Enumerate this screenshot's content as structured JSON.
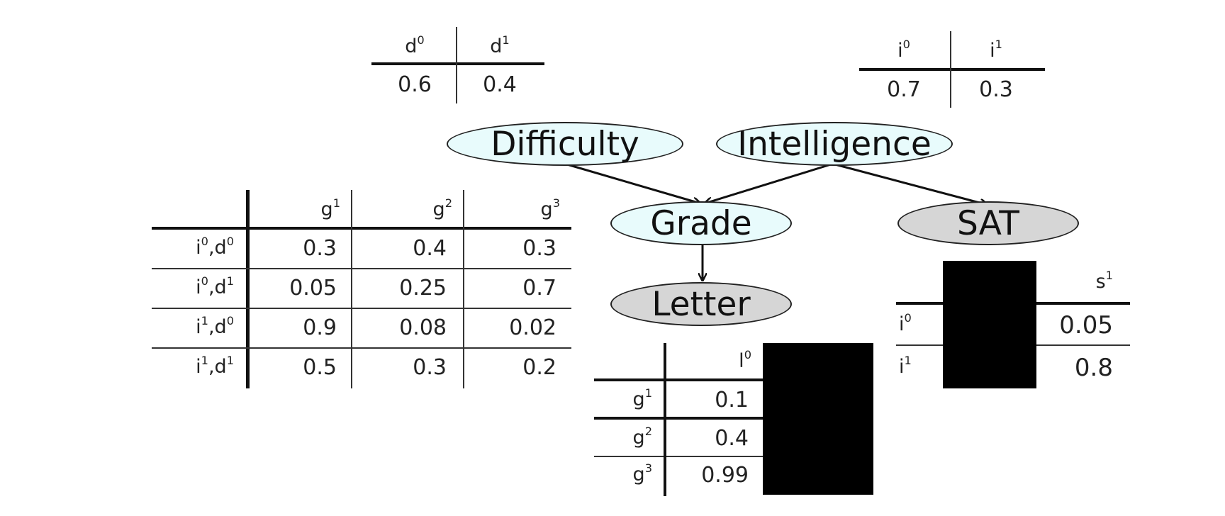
{
  "nodes": {
    "difficulty": "Difficulty",
    "intelligence": "Intelligence",
    "grade": "Grade",
    "sat": "SAT",
    "letter": "Letter"
  },
  "cpd_difficulty": {
    "headers": [
      {
        "base": "d",
        "sup": "0"
      },
      {
        "base": "d",
        "sup": "1"
      }
    ],
    "values": [
      "0.6",
      "0.4"
    ]
  },
  "cpd_intelligence": {
    "headers": [
      {
        "base": "i",
        "sup": "0"
      },
      {
        "base": "i",
        "sup": "1"
      }
    ],
    "values": [
      "0.7",
      "0.3"
    ]
  },
  "cpd_grade": {
    "headers": [
      {
        "base": "g",
        "sup": "1"
      },
      {
        "base": "g",
        "sup": "2"
      },
      {
        "base": "g",
        "sup": "3"
      }
    ],
    "rows": [
      {
        "a": {
          "base": "i",
          "sup": "0"
        },
        "b": {
          "base": "d",
          "sup": "0"
        },
        "values": [
          "0.3",
          "0.4",
          "0.3"
        ]
      },
      {
        "a": {
          "base": "i",
          "sup": "0"
        },
        "b": {
          "base": "d",
          "sup": "1"
        },
        "values": [
          "0.05",
          "0.25",
          "0.7"
        ]
      },
      {
        "a": {
          "base": "i",
          "sup": "1"
        },
        "b": {
          "base": "d",
          "sup": "0"
        },
        "values": [
          "0.9",
          "0.08",
          "0.02"
        ]
      },
      {
        "a": {
          "base": "i",
          "sup": "1"
        },
        "b": {
          "base": "d",
          "sup": "1"
        },
        "values": [
          "0.5",
          "0.3",
          "0.2"
        ]
      }
    ]
  },
  "cpd_letter": {
    "header": {
      "base": "l",
      "sup": "0"
    },
    "rows": [
      {
        "label": {
          "base": "g",
          "sup": "1"
        },
        "value": "0.1"
      },
      {
        "label": {
          "base": "g",
          "sup": "2"
        },
        "value": "0.4"
      },
      {
        "label": {
          "base": "g",
          "sup": "3"
        },
        "value": "0.99"
      }
    ]
  },
  "cpd_sat": {
    "header": {
      "base": "s",
      "sup": "1"
    },
    "rows": [
      {
        "label": {
          "base": "i",
          "sup": "0"
        },
        "value": "0.05"
      },
      {
        "label": {
          "base": "i",
          "sup": "1"
        },
        "value": "0.8"
      }
    ]
  }
}
